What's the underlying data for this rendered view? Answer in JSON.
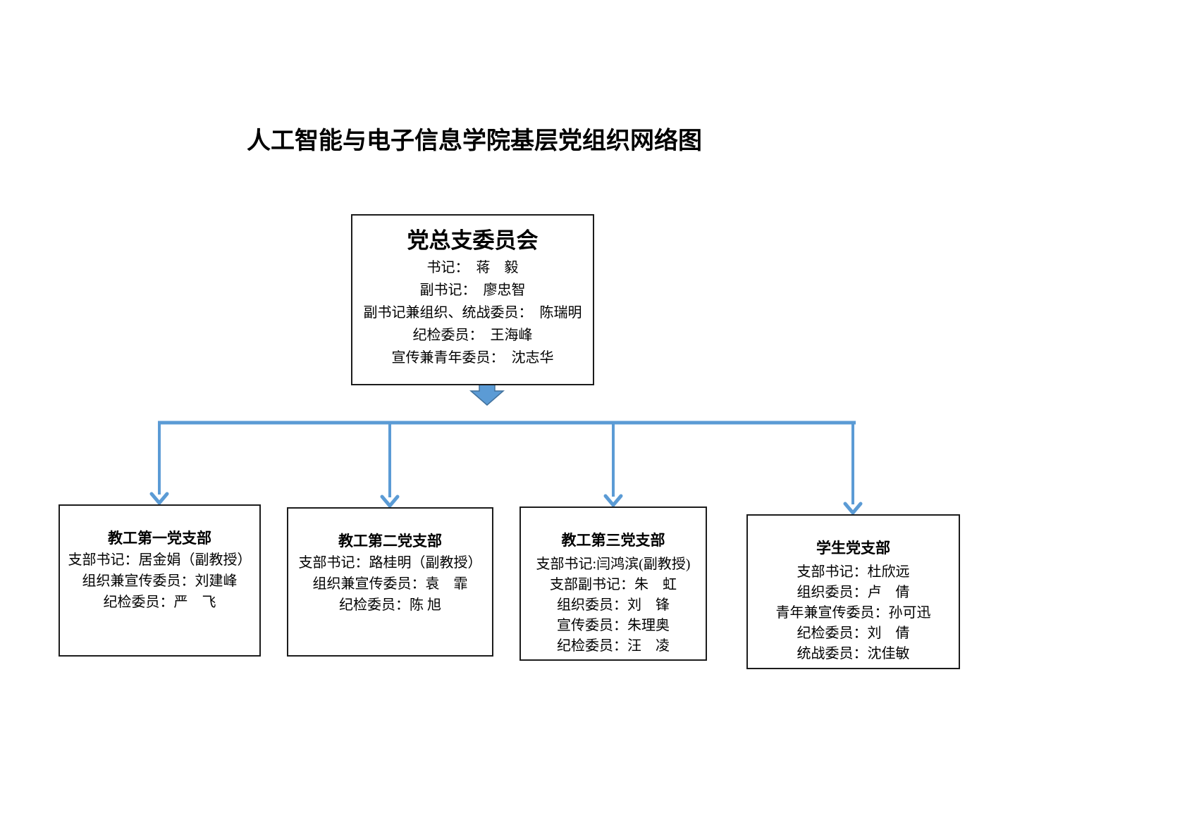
{
  "page": {
    "title": "人工智能与电子信息学院基层党组织网络图"
  },
  "colors": {
    "connector": "#5B9BD5",
    "arrow_fill": "#5B9BD5",
    "arrow_stroke": "#41719C",
    "box_border": "#1c1c1c",
    "text": "#000000"
  },
  "committee": {
    "title": "党总支委员会",
    "lines": [
      "书记：　蒋　毅",
      "副书记：　廖忠智",
      "副书记兼组织、统战委员：　陈瑞明",
      "纪检委员：　王海峰",
      "宣传兼青年委员：　沈志华"
    ]
  },
  "branches": [
    {
      "title": "教工第一党支部",
      "lines": [
        "支部书记：居金娟（副教授）",
        "组织兼宣传委员：刘建峰",
        "纪检委员：严　飞"
      ]
    },
    {
      "title": "教工第二党支部",
      "lines": [
        "支部书记：路桂明（副教授）",
        "组织兼宣传委员：袁　霏",
        "纪检委员：陈 旭"
      ]
    },
    {
      "title": "教工第三党支部",
      "lines": [
        "支部书记:闫鸿滨(副教授)",
        "支部副书记：朱　虹",
        "组织委员：刘　锋",
        "宣传委员：朱理奥",
        "纪检委员：汪　凌"
      ]
    },
    {
      "title": "学生党支部",
      "lines": [
        "支部书记：杜欣远",
        "组织委员：卢　倩",
        "青年兼宣传委员：孙可迅",
        "纪检委员：刘　倩",
        "统战委员：沈佳敏"
      ]
    }
  ]
}
